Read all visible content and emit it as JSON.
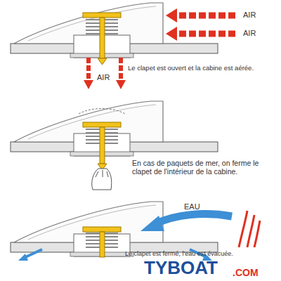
{
  "diagram": {
    "labels": [
      "AIR",
      "AIR",
      "Le clapet est ouvert et la cabine est aérée.",
      "AIR",
      "En cas de paquets de mer, on ferme le clapet de l'intérieur de la cabine.",
      "EAU",
      "Le clapet est fermé, l'eau est évacuée.",
      "TYBOAT",
      ".COM"
    ]
  }
}
